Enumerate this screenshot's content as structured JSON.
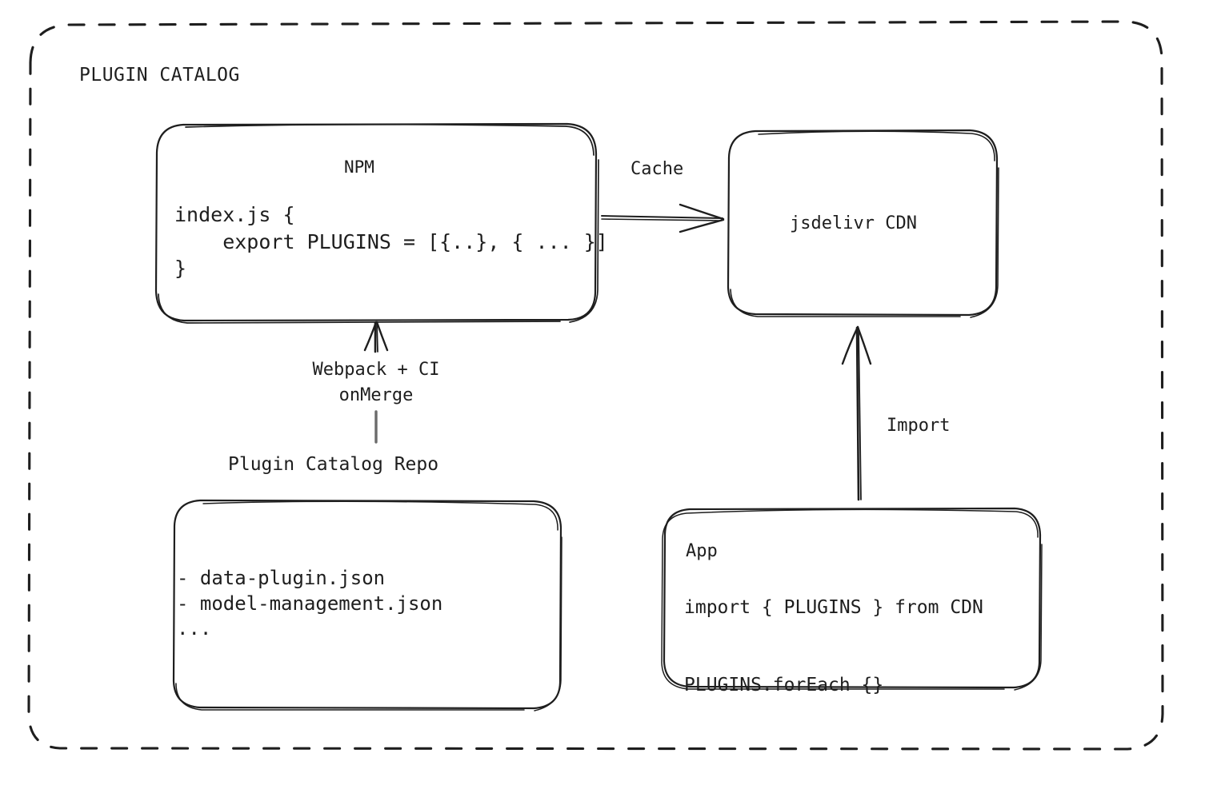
{
  "diagram": {
    "title": "PLUGIN CATALOG",
    "stroke_color": "#1e1e1e",
    "background_color": "#ffffff",
    "nodes": {
      "npm": {
        "title": "NPM",
        "code": "index.js {\n    export PLUGINS = [{..}, { ... }]\n}"
      },
      "cdn": {
        "title": "jsdelivr CDN"
      },
      "repo": {
        "label": "Plugin Catalog Repo",
        "files": "- data-plugin.json\n- model-management.json\n..."
      },
      "app": {
        "title": "App",
        "code": "import { PLUGINS } from CDN\n\nPLUGINS.forEach {}"
      }
    },
    "edges": {
      "cache": {
        "label": "Cache",
        "from": "npm",
        "to": "cdn",
        "direction": "right"
      },
      "build": {
        "label": "Webpack + CI\nonMerge",
        "from": "repo",
        "to": "npm",
        "direction": "up"
      },
      "import": {
        "label": "Import",
        "from": "app",
        "to": "cdn",
        "direction": "up"
      }
    }
  }
}
